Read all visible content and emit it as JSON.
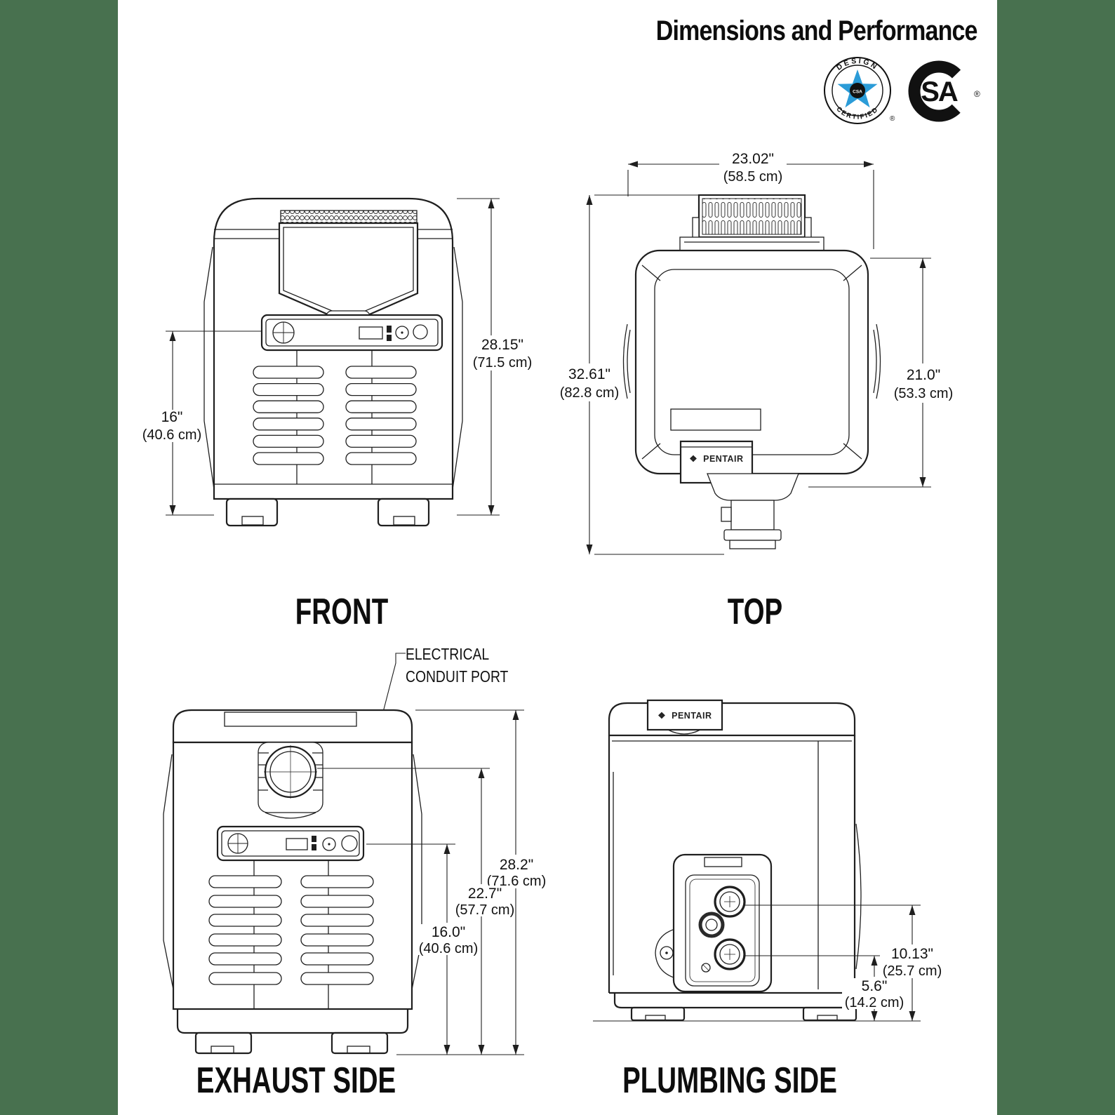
{
  "page": {
    "title": "Dimensions and Performance",
    "background": "#ffffff",
    "side_band_color": "#48714F",
    "line_color": "#1f1f1f"
  },
  "logos": {
    "design_certified": {
      "top": "DESIGN",
      "bottom": "CERTIFIED",
      "center": "CSA",
      "reg": "®",
      "star_color": "#2b9cd8"
    },
    "csa": {
      "letters": "SA",
      "reg": "®"
    }
  },
  "views": {
    "front": {
      "label": "FRONT",
      "dim_height": {
        "in": "28.15\"",
        "cm": "(71.5 cm)"
      },
      "dim_panel": {
        "in": "16\"",
        "cm": "(40.6 cm)"
      }
    },
    "top": {
      "label": "TOP",
      "brand_icon": "❖",
      "brand": "PENTAIR",
      "dim_width": {
        "in": "23.02\"",
        "cm": "(58.5 cm)"
      },
      "dim_depth": {
        "in": "32.61\"",
        "cm": "(82.8 cm)"
      },
      "dim_body": {
        "in": "21.0\"",
        "cm": "(53.3 cm)"
      }
    },
    "exhaust": {
      "label": "EXHAUST SIDE",
      "callout_line1": "ELECTRICAL",
      "callout_line2": "CONDUIT PORT",
      "dim_total": {
        "in": "28.2\"",
        "cm": "(71.6 cm)"
      },
      "dim_conduit": {
        "in": "22.7\"",
        "cm": "(57.7 cm)"
      },
      "dim_panel": {
        "in": "16.0\"",
        "cm": "(40.6 cm)"
      }
    },
    "plumbing": {
      "label": "PLUMBING SIDE",
      "brand_icon": "❖",
      "brand": "PENTAIR",
      "dim_inlet": {
        "in": "10.13\"",
        "cm": "(25.7 cm)"
      },
      "dim_drain": {
        "in": "5.6\"",
        "cm": "(14.2 cm)"
      }
    }
  }
}
